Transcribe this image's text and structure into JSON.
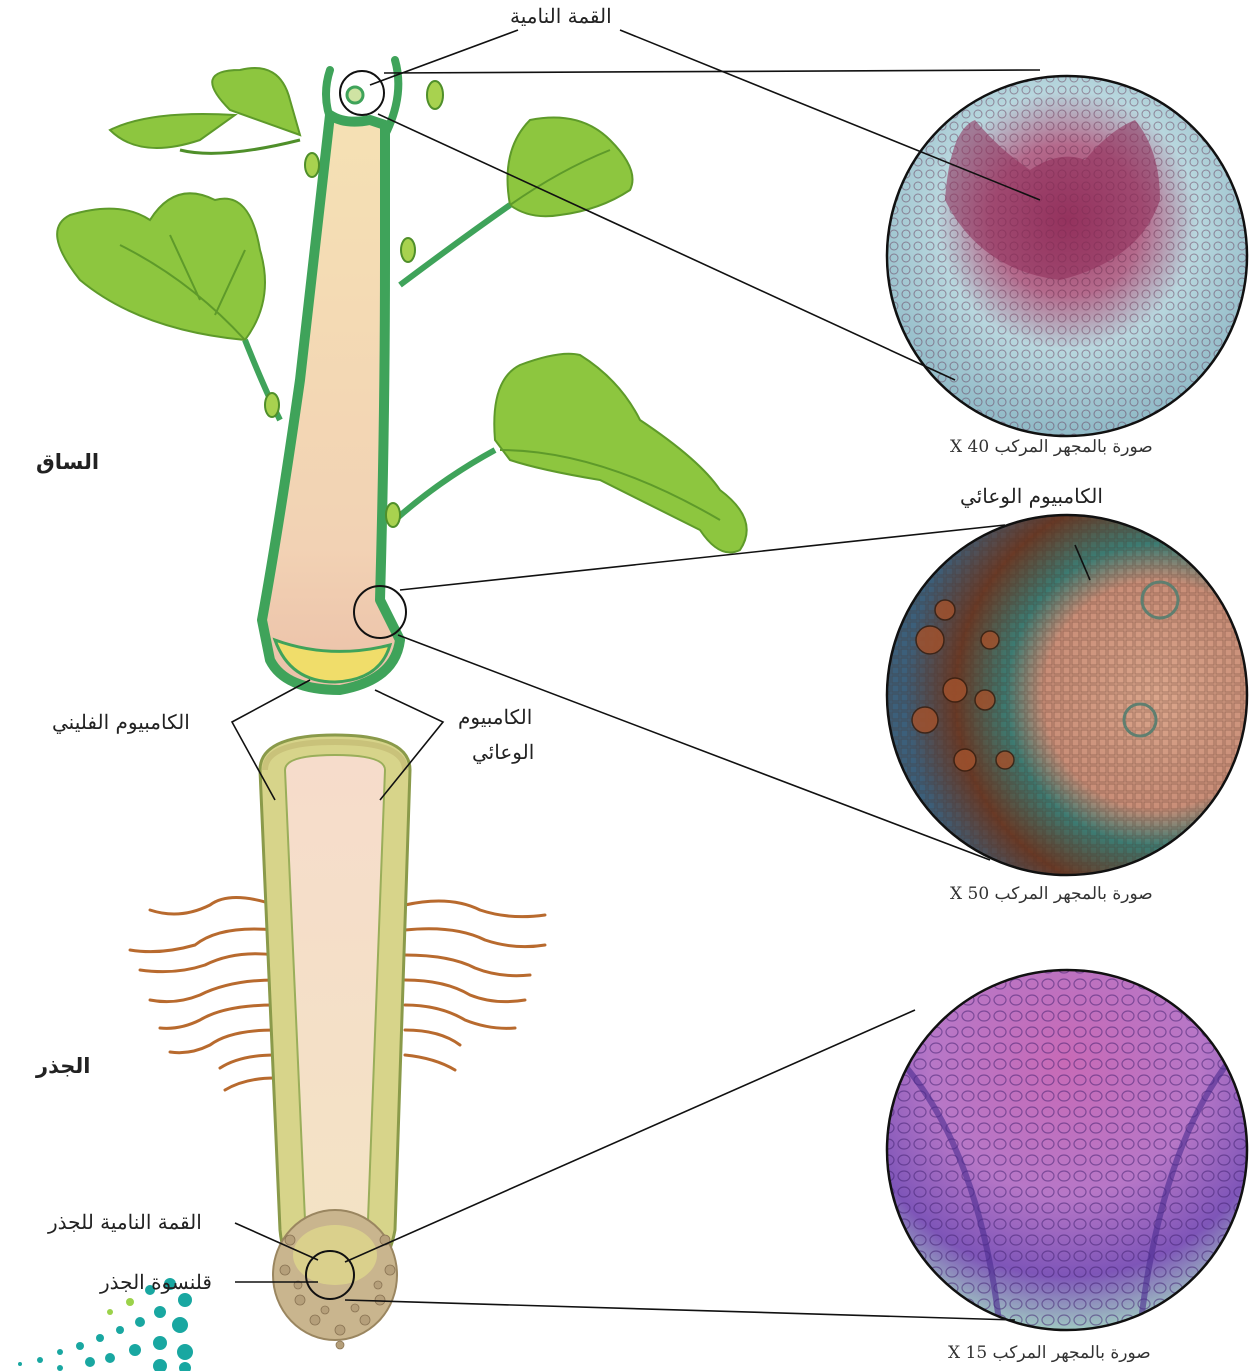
{
  "labels": {
    "shoot_apex": "القمة النامية",
    "stem": "الساق",
    "root": "الجذر",
    "vascular_cambium_top": "الكامبيوم الوعائي",
    "cork_cambium": "الكامبيوم الفليني",
    "vascular_cambium_line1": "الكامبيوم",
    "vascular_cambium_line2": "الوعائي",
    "root_apex": "القمة النامية للجذر",
    "root_cap": "قلنسوة الجذر"
  },
  "captions": {
    "micro_1": "صورة بالمجهر المركب X 40",
    "micro_2": "صورة بالمجهر المركب X 50",
    "micro_3": "صورة بالمجهر المركب X 15"
  },
  "colors": {
    "stem_fill": "#f3d9a8",
    "stem_outline": "#3fa35a",
    "leaf": "#8dc63f",
    "root_fill": "#e8e09a",
    "micro_1_bg": "#a9cdd6",
    "micro_1_cells": "#8e2e5a",
    "micro_2_bg": "#c88a6a",
    "micro_2_cells": "#2f6b63",
    "micro_3_bg": "#c06fc2",
    "micro_3_cells": "#6a3aa8",
    "root_hairs": "#b86a2e",
    "logo_dots": "#19a7a1"
  },
  "icons": [
    "stem-illustration",
    "root-illustration",
    "micrograph-circle",
    "logo-dots"
  ]
}
